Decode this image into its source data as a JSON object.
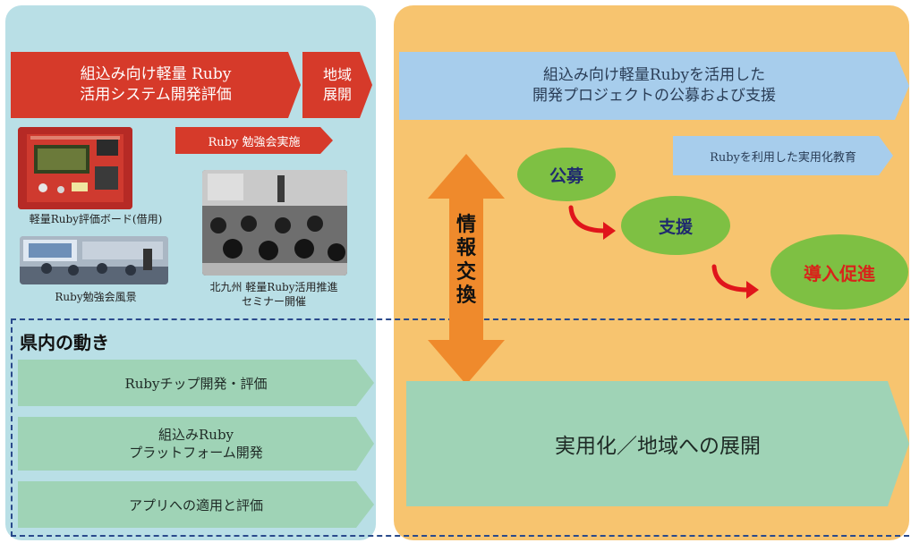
{
  "left": {
    "header_main_line1": "組込み向け軽量 Ruby",
    "header_main_line2": "活用システム開発評価",
    "header_region_line1": "地域",
    "header_region_line2": "展開",
    "study_label": "Ruby 勉強会実施",
    "caption_board": "軽量Ruby評価ボード(借用)",
    "caption_study": "Ruby勉強会風景",
    "caption_seminar_line1": "北九州 軽量Ruby活用推進",
    "caption_seminar_line2": "セミナー開催",
    "section_title": "県内の動き",
    "items": [
      {
        "line1": "Rubyチップ開発・評価",
        "line2": ""
      },
      {
        "line1": "組込みRuby",
        "line2": "プラットフォーム開発"
      },
      {
        "line1": "アプリへの適用と評価",
        "line2": ""
      }
    ]
  },
  "middle": {
    "exchange_label": [
      "情",
      "報",
      "交",
      "換"
    ]
  },
  "right": {
    "banner_line1": "組込み向け軽量Rubyを活用した",
    "banner_line2": "開発プロジェクトの公募および支援",
    "education": "Rubyを利用した実用化教育",
    "step1": "公募",
    "step2": "支援",
    "step3": "導入促進",
    "practical": "実用化／地域への展開"
  },
  "colors": {
    "left_panel": "#b9dfe6",
    "right_panel": "#f7c46f",
    "red_header": "#d63a2a",
    "blue_box": "#a7cdec",
    "green_box": "#9fd3b6",
    "green_ellipse": "#7ec043",
    "orange_arrow": "#ef8a2c",
    "step_arrow": "#e0151b",
    "dashed_line": "#2a4a8c"
  }
}
